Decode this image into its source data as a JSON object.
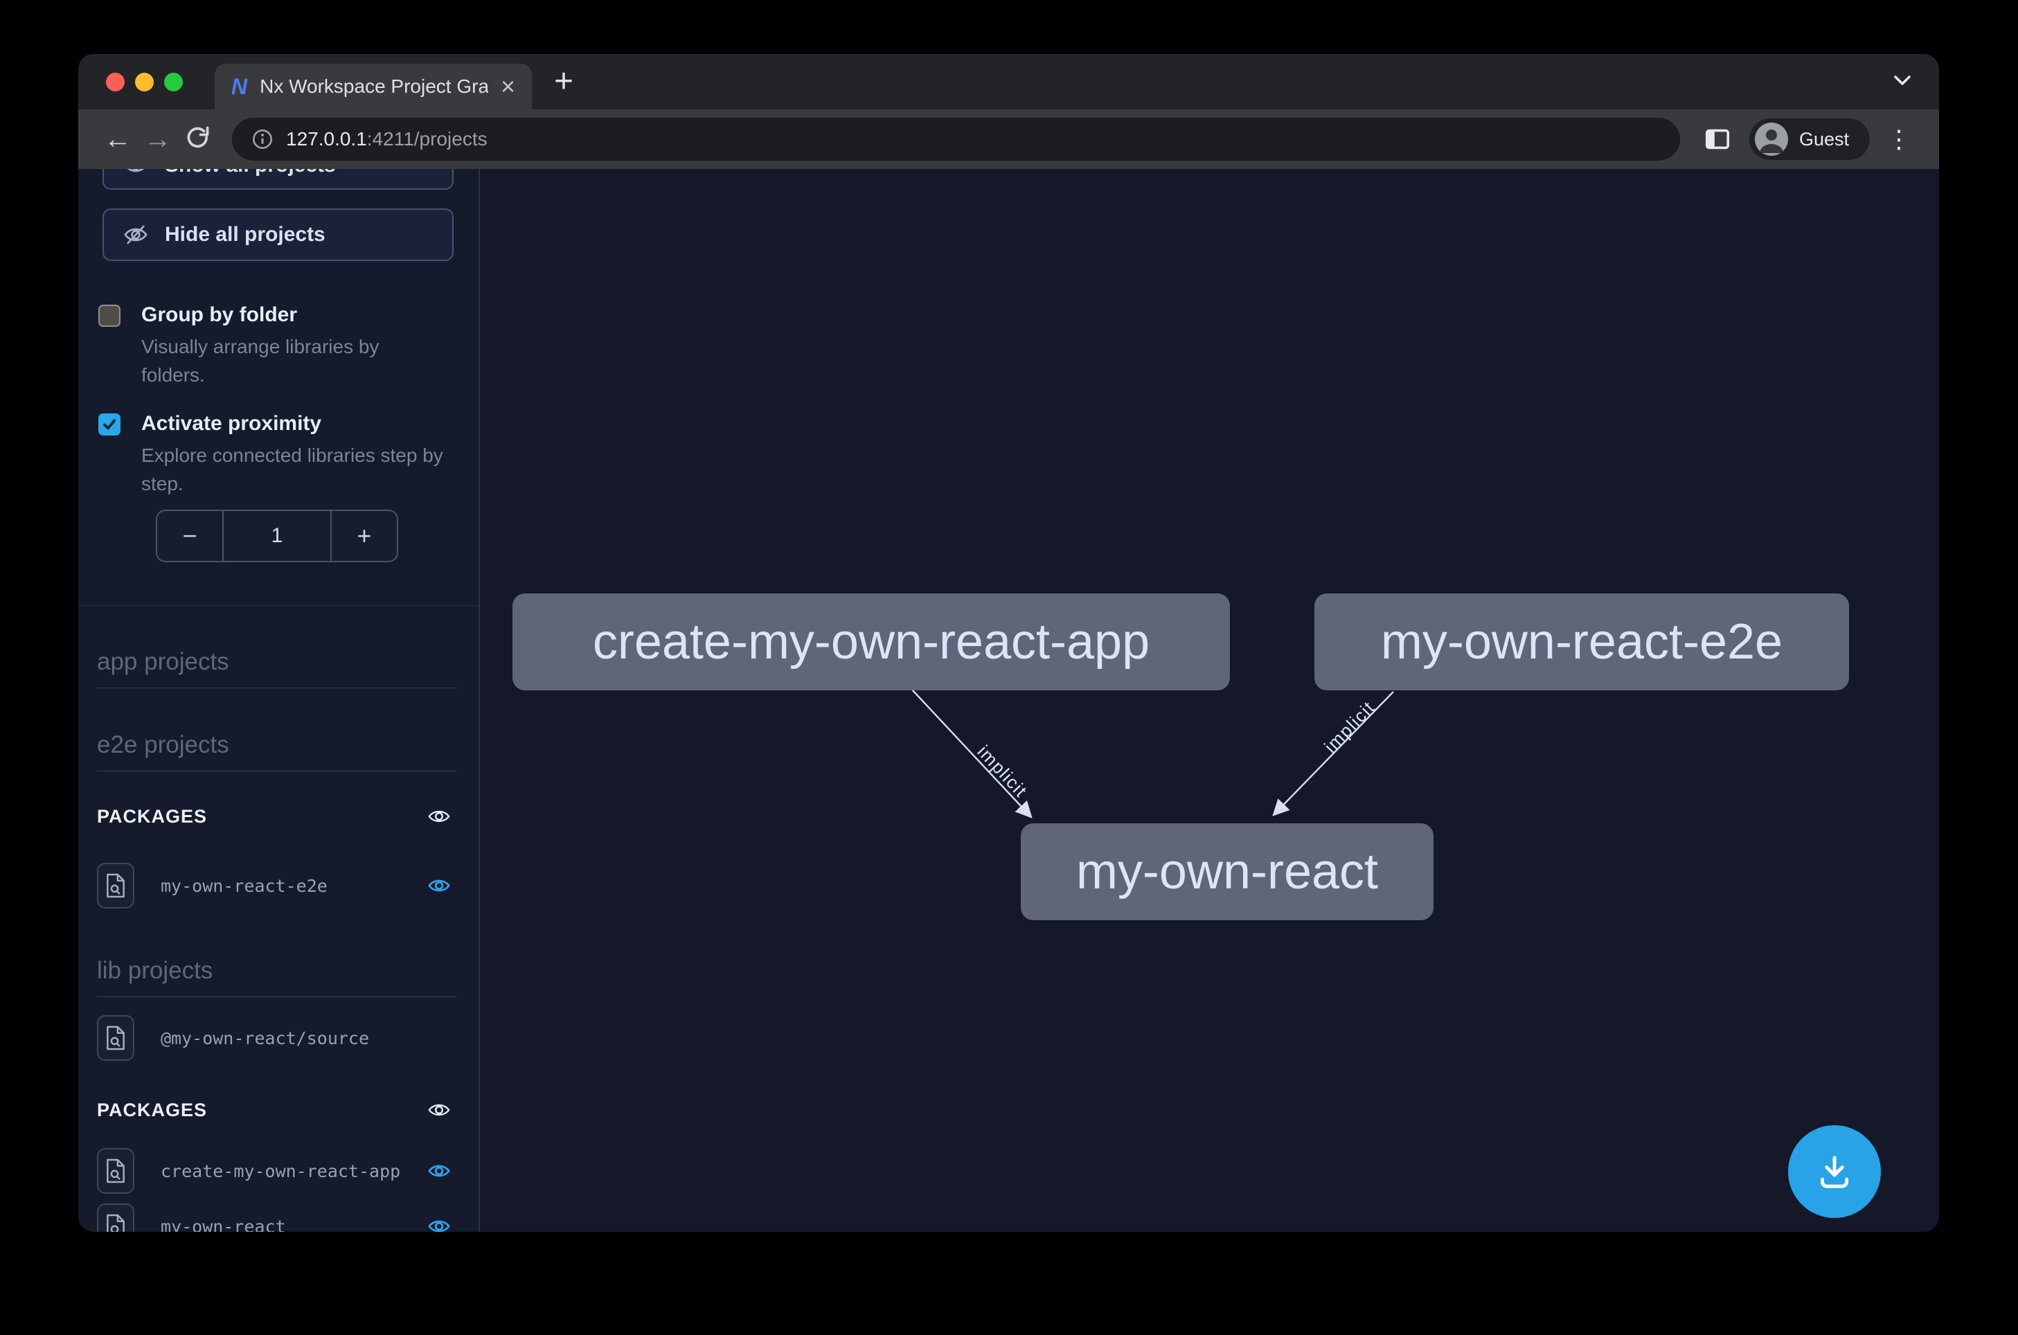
{
  "browser": {
    "tab_title": "Nx Workspace Project Graph",
    "tab_close": "×",
    "new_tab": "+",
    "back": "←",
    "forward": "→",
    "url_host": "127.0.0.1",
    "url_path": ":4211/projects",
    "profile_label": "Guest",
    "menu_dots": "⋮"
  },
  "sidebar": {
    "partial_top_button_label": "Show all projects",
    "hide_all_label": "Hide all projects",
    "group_by_folder": {
      "label": "Group by folder",
      "description": "Visually arrange libraries by folders.",
      "checked": false
    },
    "activate_proximity": {
      "label": "Activate proximity",
      "description": "Explore connected libraries step by step.",
      "checked": true
    },
    "proximity_stepper": {
      "decrement": "−",
      "value": "1",
      "increment": "+"
    },
    "headings": {
      "app": "app projects",
      "e2e": "e2e projects",
      "lib": "lib projects"
    },
    "packages_label_e2e": "PACKAGES",
    "packages_label_lib": "PACKAGES",
    "e2e_package_items": [
      {
        "name": "my-own-react-e2e",
        "eye_visible": true
      }
    ],
    "lib_items": [
      {
        "name": "@my-own-react/source",
        "eye_visible": false
      }
    ],
    "lib_package_items": [
      {
        "name": "create-my-own-react-app",
        "eye_visible": true
      },
      {
        "name": "my-own-react",
        "eye_visible": true
      }
    ]
  },
  "graph": {
    "nodes": [
      {
        "id": "create-my-own-react-app",
        "label": "create-my-own-react-app"
      },
      {
        "id": "my-own-react-e2e",
        "label": "my-own-react-e2e"
      },
      {
        "id": "my-own-react",
        "label": "my-own-react"
      }
    ],
    "edges": [
      {
        "source": "create-my-own-react-app",
        "target": "my-own-react",
        "type": "implicit",
        "label": "implicit"
      },
      {
        "source": "my-own-react-e2e",
        "target": "my-own-react",
        "type": "implicit",
        "label": "implicit"
      }
    ]
  },
  "colors": {
    "accent_blue": "#2aa7e8",
    "eye_active_blue": "#2f9fe8",
    "node_bg": "#5f6679",
    "canvas_bg": "#141829",
    "edge": "#d9dfef",
    "fab_bg": "#28a3e8"
  }
}
